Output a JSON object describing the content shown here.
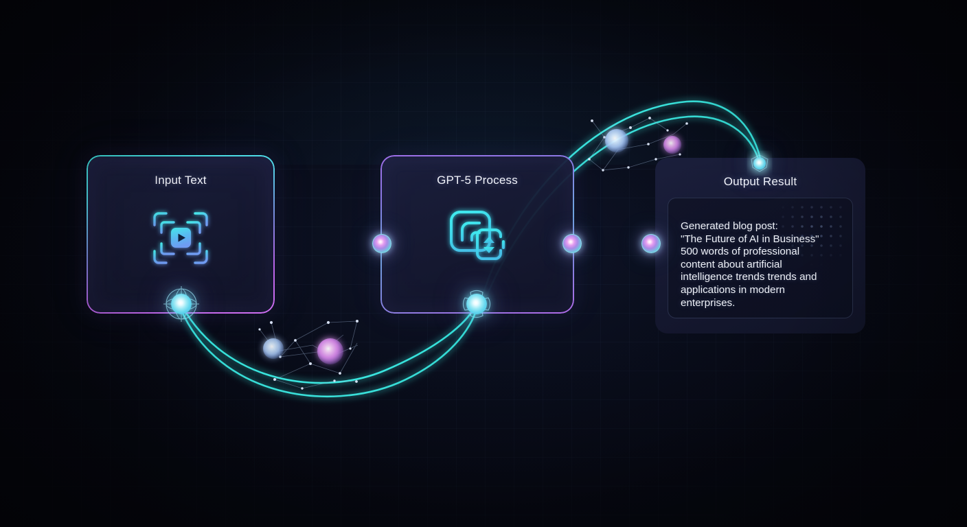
{
  "canvas": {
    "background_color": "#05060d",
    "accent_cyan": "#3fe4e0",
    "accent_purple": "#b964e8",
    "accent_magenta": "#d06ff2"
  },
  "nodes": [
    {
      "id": "input",
      "title": "Input Text",
      "icon": "scan-play-icon"
    },
    {
      "id": "process",
      "title": "GPT-5 Process",
      "icon": "layers-sync-icon"
    },
    {
      "id": "output",
      "title": "Output Result",
      "body": "Generated blog post:\n\"The Future of AI in Business\"\n500 words of professional\ncontent about artificial\nintelligence trends trends and\napplications in modern\nenterprises."
    }
  ],
  "connectors": {
    "orb_1": "connector-orb",
    "orb_2": "connector-orb",
    "orb_3": "connector-orb",
    "hub_input": "network-hub-node",
    "hub_process": "network-hub-node",
    "hub_output": "network-hub-node"
  }
}
